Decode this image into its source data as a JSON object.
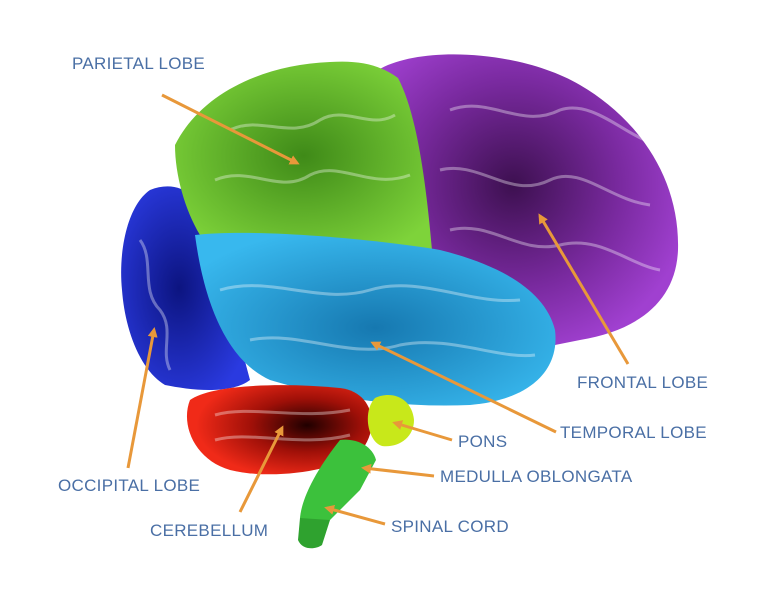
{
  "labels": {
    "parietal": "PARIETAL LOBE",
    "frontal": "FRONTAL LOBE",
    "temporal": "TEMPORAL LOBE",
    "pons": "PONS",
    "medulla": "MEDULLA OBLONGATA",
    "occipital": "OCCIPITAL LOBE",
    "spinal": "SPINAL CORD",
    "cerebellum": "CEREBELLUM"
  },
  "colors": {
    "parietal": "#6cc330",
    "frontal": "#8a2fb0",
    "temporal": "#2ba7e0",
    "occipital": "#1f2fc4",
    "cerebellum": "#e01e10",
    "pons": "#c8e81a",
    "medulla": "#3cc13c",
    "arrow": "#e8983a",
    "label_text": "#4a6fa5"
  }
}
